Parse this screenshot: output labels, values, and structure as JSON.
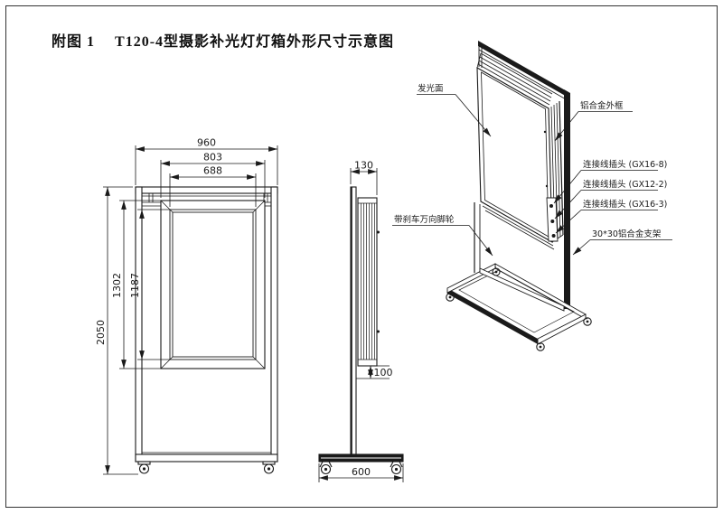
{
  "title": {
    "prefix": "附图 1",
    "main": "T120-4型摄影补光灯灯箱外形尺寸示意图"
  },
  "front_view": {
    "dims": {
      "width_overall": "960",
      "width_box": "803",
      "width_inner": "688",
      "height_overall": "2050",
      "height_box": "1302",
      "height_inner": "1187"
    }
  },
  "side_view": {
    "dims": {
      "depth_top": "130",
      "bottom_gap": "100",
      "base_depth": "600"
    }
  },
  "iso_view": {
    "labels": {
      "light_surface": "发光面",
      "alu_frame": "铝合金外框",
      "plug_gx16_8": "连接线插头 (GX16-8)",
      "plug_gx12_2": "连接线插头 (GX12-2)",
      "plug_gx16_3": "连接线插头 (GX16-3)",
      "caster": "带刹车万向脚轮",
      "bracket": "30*30铝合金支架"
    }
  },
  "colors": {
    "line": "#1a1a1a",
    "background": "#ffffff"
  }
}
